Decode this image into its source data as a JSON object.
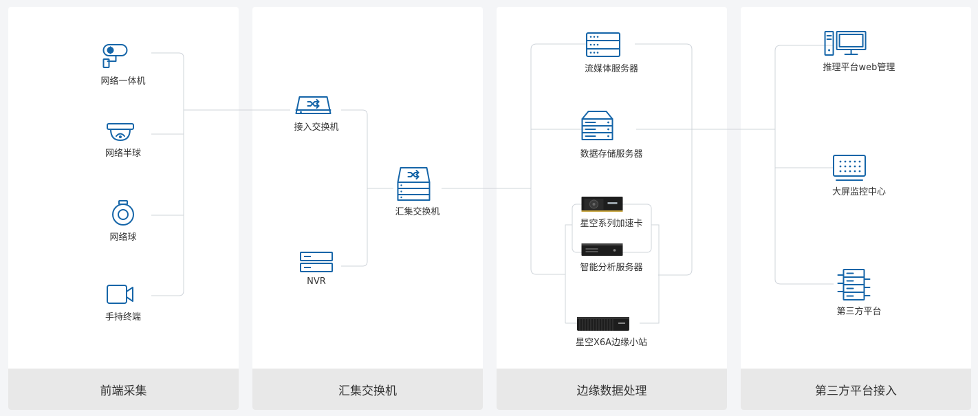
{
  "stages": [
    {
      "title": "前端采集"
    },
    {
      "title": "汇集交换机"
    },
    {
      "title": "边缘数据处理"
    },
    {
      "title": "第三方平台接入"
    }
  ],
  "front": {
    "network_camera": "网络一体机",
    "dome_camera": "网络半球",
    "ball_camera": "网络球",
    "handheld": "手持终端"
  },
  "switch": {
    "access_switch": "接入交换机",
    "nvr": "NVR",
    "aggregation_switch": "汇集交换机"
  },
  "edge": {
    "streaming_server": "流媒体服务器",
    "storage_server": "数据存储服务器",
    "accel_card": "星空系列加速卡",
    "analysis_server": "智能分析服务器",
    "edge_station": "星空X6A边缘小站"
  },
  "third": {
    "web_admin": "推理平台web管理",
    "big_screen": "大屏监控中心",
    "third_party": "第三方平台"
  },
  "colors": {
    "icon": "#1565a8",
    "line": "#cfd4da",
    "footer_bg": "#e8e8e8",
    "panel_bg": "#ffffff",
    "page_bg": "#f4f5f7"
  }
}
